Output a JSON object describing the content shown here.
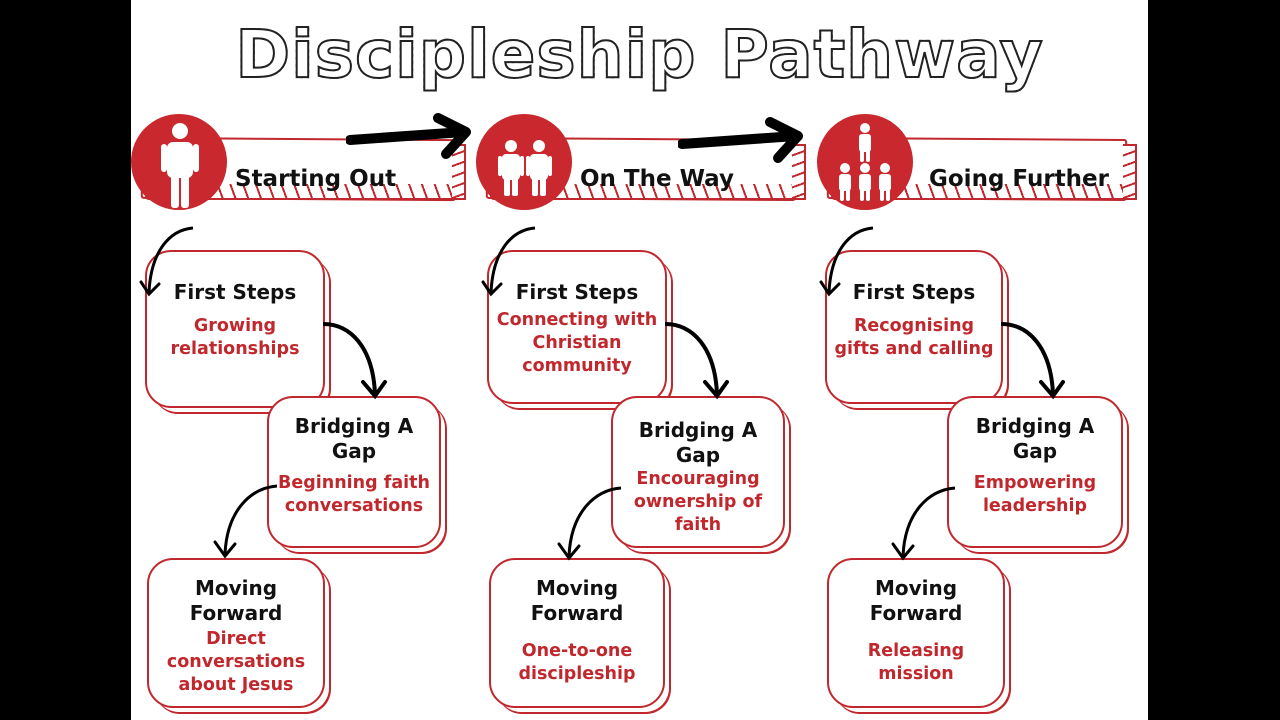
{
  "title": "Discipleship Pathway",
  "colors": {
    "accent_red": "#c8282e",
    "text_dark": "#111111",
    "background": "#ffffff",
    "letterbox": "#000000"
  },
  "stages": [
    {
      "label": "Starting Out",
      "icon": "single-person-icon",
      "steps": [
        {
          "heading": "First Steps",
          "subtitle": "Growing relationships"
        },
        {
          "heading": "Bridging A Gap",
          "subtitle": "Beginning faith conversations"
        },
        {
          "heading": "Moving Forward",
          "subtitle": "Direct conversations about Jesus"
        }
      ]
    },
    {
      "label": "On The Way",
      "icon": "two-people-icon",
      "steps": [
        {
          "heading": "First Steps",
          "subtitle": "Connecting with Christian community"
        },
        {
          "heading": "Bridging A Gap",
          "subtitle": "Encouraging ownership of faith"
        },
        {
          "heading": "Moving Forward",
          "subtitle": "One-to-one discipleship"
        }
      ]
    },
    {
      "label": "Going Further",
      "icon": "leader-group-icon",
      "steps": [
        {
          "heading": "First Steps",
          "subtitle": "Recognising gifts and calling"
        },
        {
          "heading": "Bridging A Gap",
          "subtitle": "Empowering leadership"
        },
        {
          "heading": "Moving Forward",
          "subtitle": "Releasing mission"
        }
      ]
    }
  ]
}
